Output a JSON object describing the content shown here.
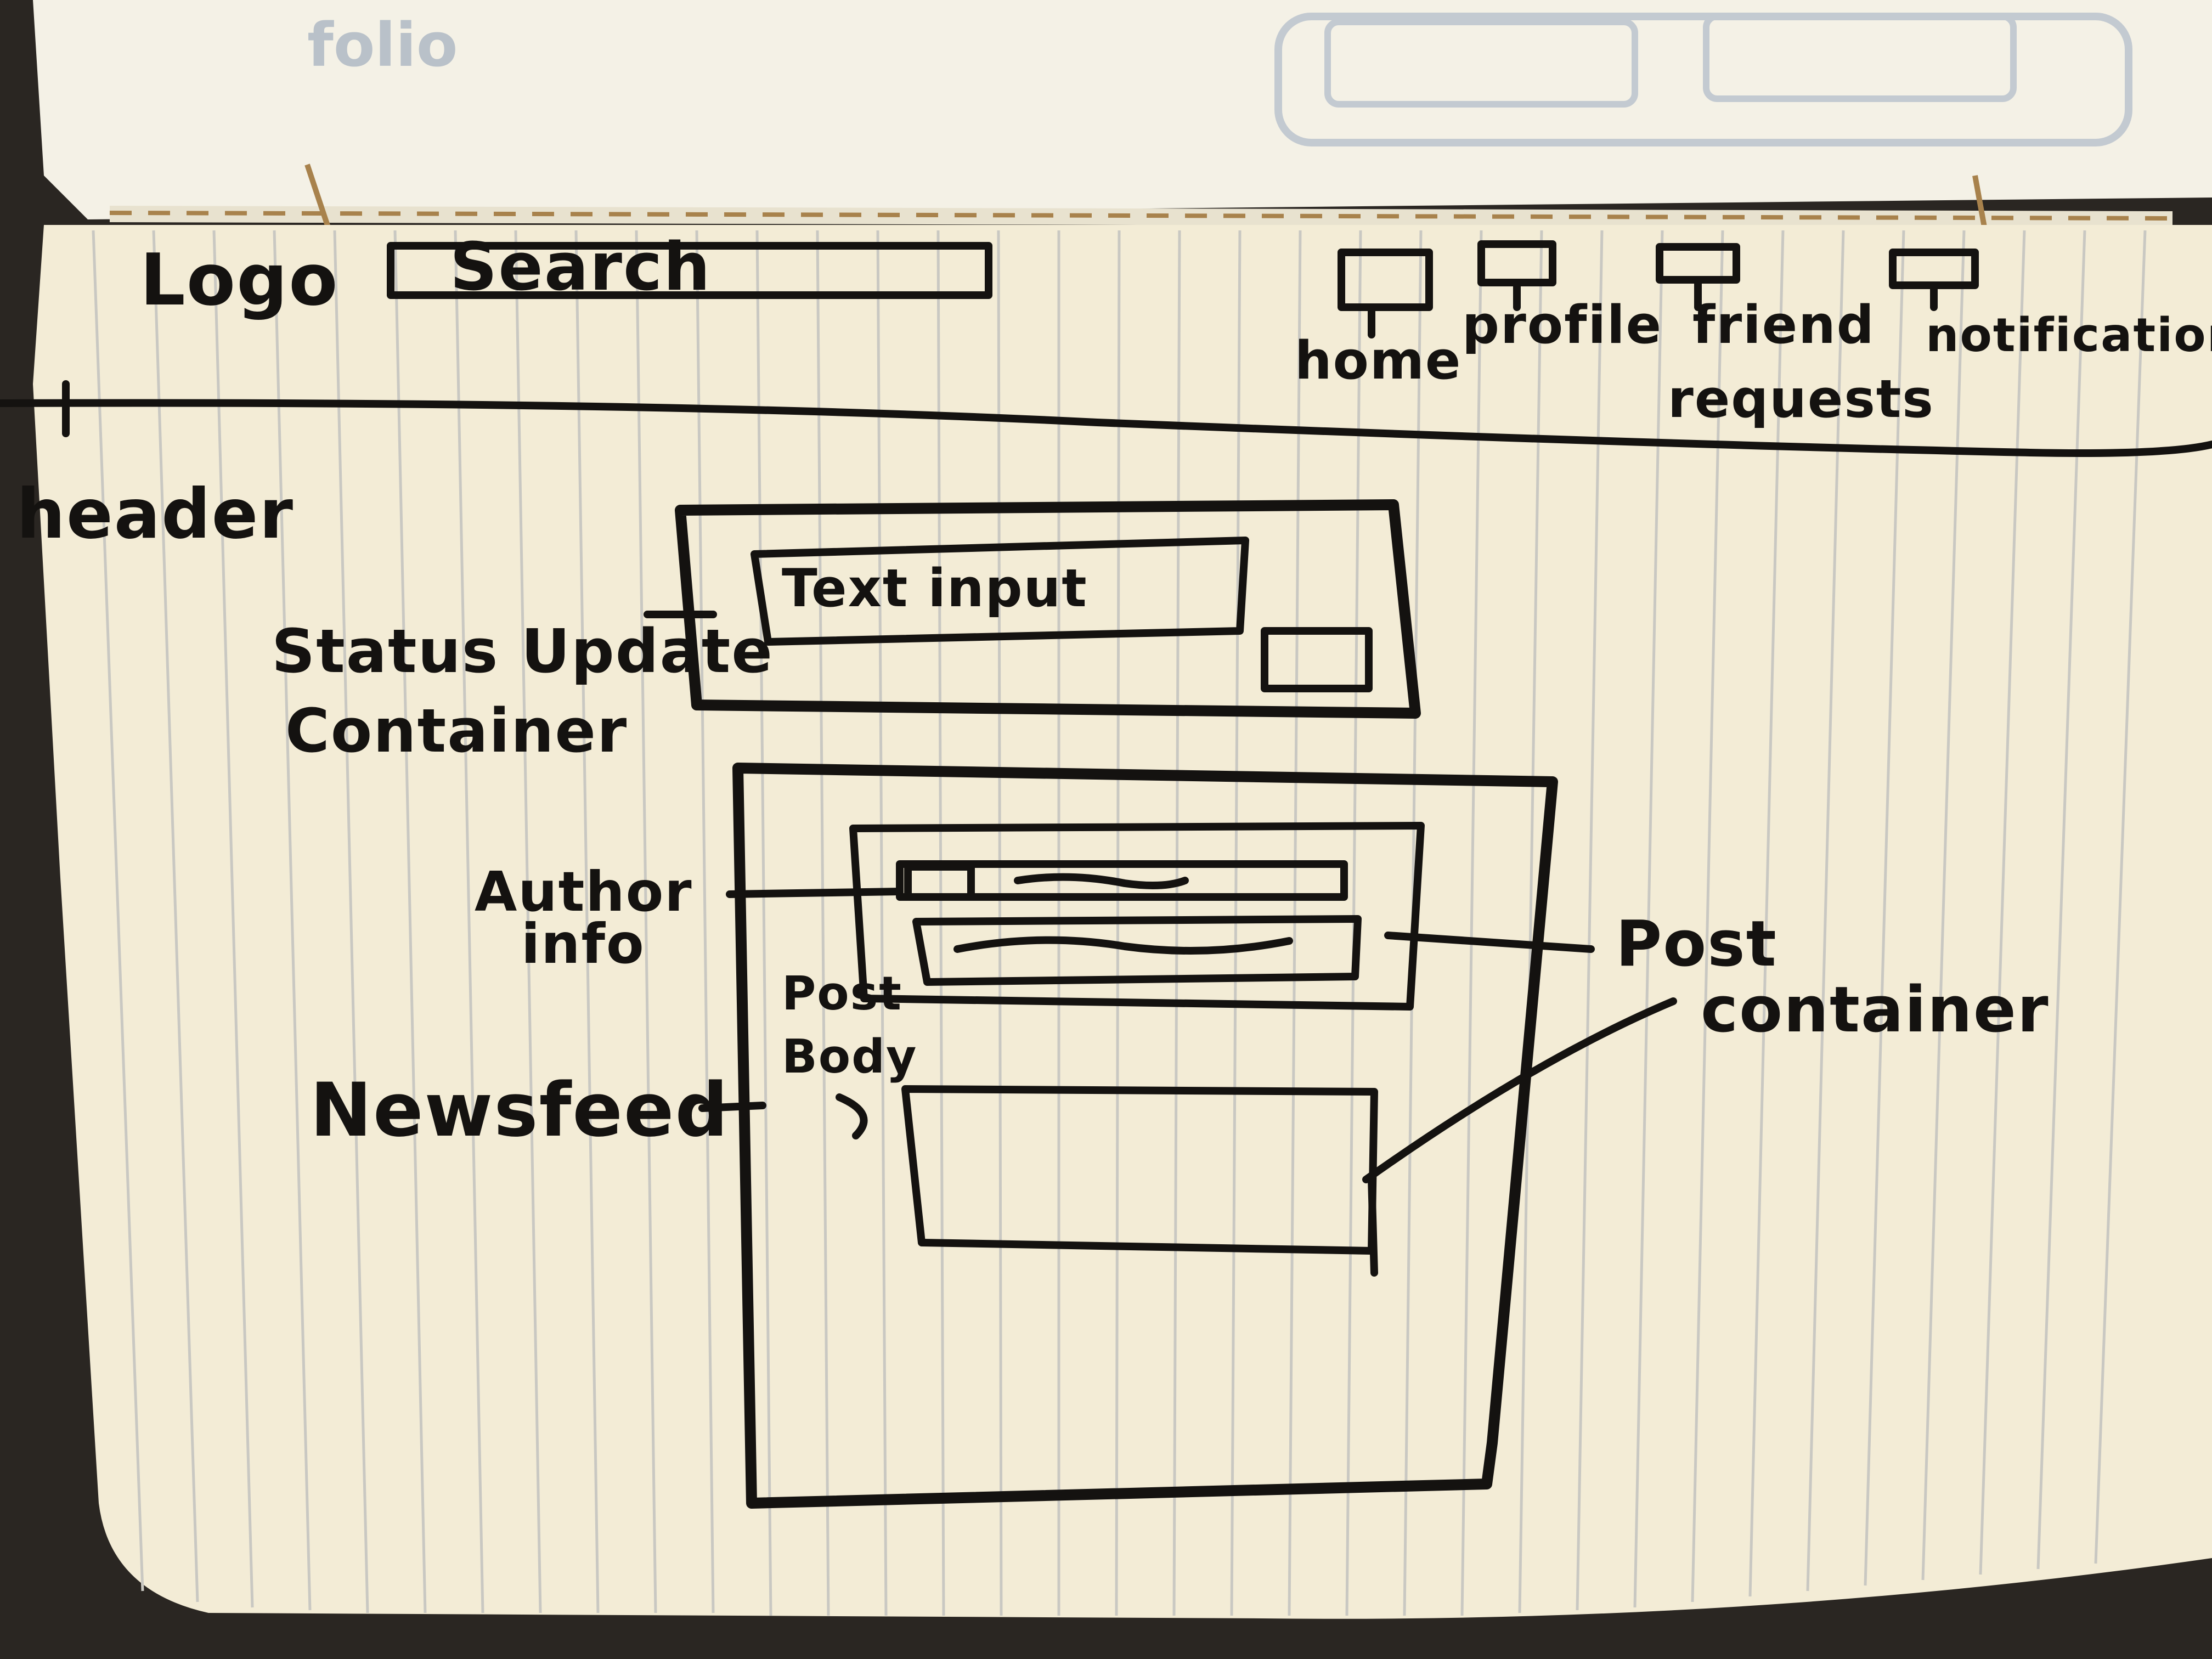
{
  "header": {
    "logo": "Logo",
    "search": "Search",
    "nav": {
      "home": "home",
      "profile": "profile",
      "friend_line1": "friend",
      "friend_line2": "requests",
      "notifications": "notifications"
    },
    "annotation": "header"
  },
  "status_update": {
    "label_line1": "Status Update",
    "label_line2": "Container",
    "input_text": "Text input"
  },
  "newsfeed": {
    "label": "Newsfeed",
    "author_line1": "Author",
    "author_line2": "info",
    "post_body_line1": "Post",
    "post_body_line2": "Body",
    "post_container_line1": "Post",
    "post_container_line2": "container"
  },
  "colors": {
    "paper": "#f3ecd6",
    "ink": "#141210",
    "rule_line": "#c9c8c2",
    "background": "#2a2622",
    "stitch": "#a8824c"
  }
}
